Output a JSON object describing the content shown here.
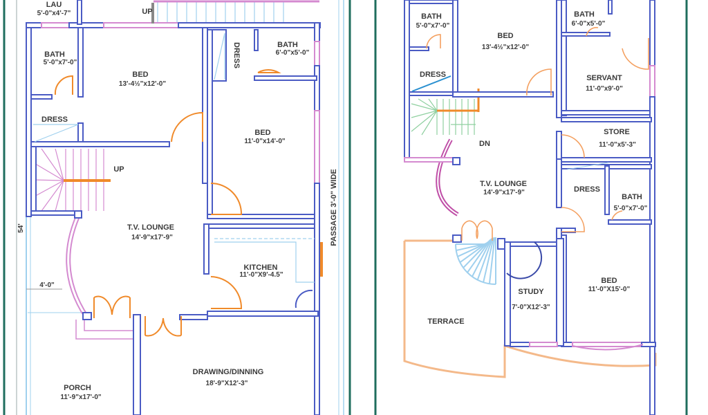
{
  "colors": {
    "wall": "#4a5bc4",
    "window": "#d48ad0",
    "door": "#f08a2a",
    "fixture": "#9fd0ee",
    "stair_upper": "#8fd0a0",
    "frame": "#1f6e5e",
    "terrace": "#f4b98a"
  },
  "ground_floor": {
    "rooms": [
      {
        "name": "LAU",
        "dims": "5'-0\"x4'-7\""
      },
      {
        "name": "BATH",
        "dims": "5'-0\"x7'-0\""
      },
      {
        "name": "BED",
        "dims": "13'-4½\"x12'-0\""
      },
      {
        "name": "DRESS",
        "dims": ""
      },
      {
        "name": "DRESS",
        "dims": ""
      },
      {
        "name": "BATH",
        "dims": "6'-0\"x5'-0\""
      },
      {
        "name": "BED",
        "dims": "11'-0\"x14'-0\""
      },
      {
        "name": "T.V. LOUNGE",
        "dims": "14'-9\"x17'-9\""
      },
      {
        "name": "KITCHEN",
        "dims": "11'-0\"X9'-4.5\""
      },
      {
        "name": "PORCH",
        "dims": "11'-9\"x17'-0\""
      },
      {
        "name": "DRAWING/DINNING",
        "dims": "18'-9\"X12'-3\""
      }
    ],
    "stair_labels": [
      "UP",
      "UP"
    ],
    "passage_label": "PASSAGE 3'-0\" WIDE",
    "length_dim": "54'",
    "porch_offset_dim": "4'-0\""
  },
  "first_floor": {
    "rooms": [
      {
        "name": "BATH",
        "dims": "5'-0\"x7'-0\""
      },
      {
        "name": "BED",
        "dims": "13'-4½\"x12'-0\""
      },
      {
        "name": "BATH",
        "dims": "6'-0\"x5'-0\""
      },
      {
        "name": "DRESS",
        "dims": ""
      },
      {
        "name": "SERVANT",
        "dims": "11'-0\"x9'-0\""
      },
      {
        "name": "STORE",
        "dims": "11'-0\"x5'-3\""
      },
      {
        "name": "T.V. LOUNGE",
        "dims": "14'-9\"x17'-9\""
      },
      {
        "name": "DRESS",
        "dims": ""
      },
      {
        "name": "BATH",
        "dims": "5'-0\"x7'-0\""
      },
      {
        "name": "BED",
        "dims": "11'-0\"X15'-0\""
      },
      {
        "name": "STUDY",
        "dims": "7'-0\"X12'-3\""
      },
      {
        "name": "TERRACE",
        "dims": ""
      }
    ],
    "stair_label": "DN"
  }
}
